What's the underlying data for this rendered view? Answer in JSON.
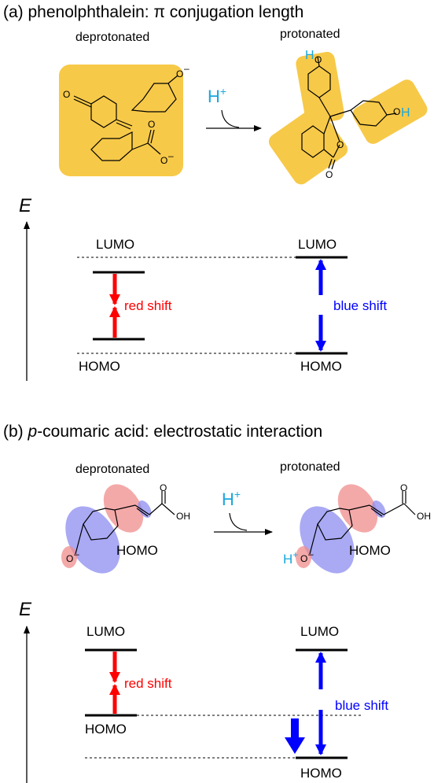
{
  "panel_a": {
    "title": "(a) phenolphthalein: π conjugation length",
    "deprotonated": "deprotonated",
    "protonated": "protonated",
    "reagent": "H",
    "reagent_sup": "+",
    "energy_axis": "E",
    "lumo_left": "LUMO",
    "homo_left": "HOMO",
    "lumo_right": "LUMO",
    "homo_right": "HOMO",
    "red_shift": "red shift",
    "blue_shift": "blue shift",
    "atoms": {
      "o_ketone": "O",
      "o_phenolate": "O",
      "o_phenolate_charge": "–",
      "o_carboxylate1": "O",
      "o_carboxylate2": "O",
      "o_carboxylate_charge": "–",
      "h_top": "H",
      "o_top": "O",
      "h_right": "H",
      "o_right": "O",
      "o_lactone": "O",
      "o_carbonyl": "O"
    }
  },
  "panel_b": {
    "title_prefix": "(b) ",
    "title_italic": "p",
    "title_rest": "-coumaric acid: electrostatic interaction",
    "deprotonated": "deprotonated",
    "protonated": "protonated",
    "reagent": "H",
    "reagent_sup": "+",
    "energy_axis": "E",
    "lumo_left": "LUMO",
    "homo_left": "HOMO",
    "lumo_right": "LUMO",
    "homo_right": "HOMO",
    "red_shift": "red shift",
    "blue_shift": "blue shift",
    "homo_label_left": "HOMO",
    "homo_label_right": "HOMO",
    "atoms": {
      "o_phenolate": "O",
      "o_phenolate_charge": "–",
      "o_acid_left": "O",
      "oh_acid_left": "OH",
      "h_phenol": "H",
      "h_phenol_sup": "+",
      "o_phenol": "O",
      "o_phenol_charge": "–",
      "o_acid_right": "O",
      "oh_acid_right": "OH"
    }
  },
  "colors": {
    "highlight_orange": "#f7c948",
    "red_arrow": "#ff0000",
    "blue_arrow": "#0000ff",
    "proton_cyan": "#1aa7dd",
    "homo_blue_lobe": "#8c8cf0",
    "homo_red_lobe": "#f08c8c"
  }
}
